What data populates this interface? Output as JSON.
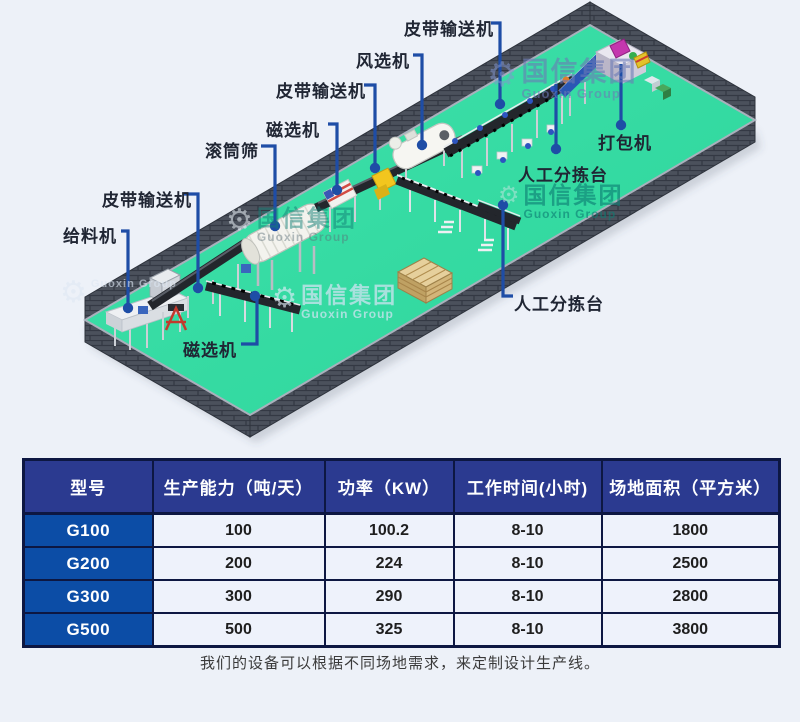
{
  "diagram": {
    "labels": [
      {
        "id": "belt-conveyor-top",
        "text": "皮带输送机"
      },
      {
        "id": "air-separator",
        "text": "风选机"
      },
      {
        "id": "belt-conveyor-mid",
        "text": "皮带输送机"
      },
      {
        "id": "magnetic-separator-1",
        "text": "磁选机"
      },
      {
        "id": "drum-screen",
        "text": "滚筒筛"
      },
      {
        "id": "belt-conveyor-left",
        "text": "皮带输送机"
      },
      {
        "id": "feeder",
        "text": "给料机"
      },
      {
        "id": "magnetic-separator-2",
        "text": "磁选机"
      },
      {
        "id": "baler",
        "text": "打包机"
      },
      {
        "id": "manual-sorting-1",
        "text": "人工分拣台"
      },
      {
        "id": "manual-sorting-2",
        "text": "人工分拣台"
      }
    ],
    "watermark": {
      "cn": "国信集团",
      "en": "Guoxin Group",
      "gear": "⚙"
    },
    "colors": {
      "floor": "#35dca2",
      "wall": "#4b515c",
      "label_line": "#1e4da6",
      "label_text": "#202634",
      "background": "#edf1f8"
    }
  },
  "table": {
    "headers": [
      "型号",
      "生产能力（吨/天）",
      "功率（KW）",
      "工作时间(小时)",
      "场地面积（平方米）"
    ],
    "rows": [
      {
        "model": "G100",
        "capacity": "100",
        "power": "100.2",
        "hours": "8-10",
        "area": "1800"
      },
      {
        "model": "G200",
        "capacity": "200",
        "power": "224",
        "hours": "8-10",
        "area": "2500"
      },
      {
        "model": "G300",
        "capacity": "300",
        "power": "290",
        "hours": "8-10",
        "area": "2800"
      },
      {
        "model": "G500",
        "capacity": "500",
        "power": "325",
        "hours": "8-10",
        "area": "3800"
      }
    ],
    "header_bg": "#2b3a90",
    "model_col_bg": "#0c4da6",
    "cell_bg": "#eef2fb"
  },
  "footer": {
    "note": "我们的设备可以根据不同场地需求，来定制设计生产线。"
  }
}
